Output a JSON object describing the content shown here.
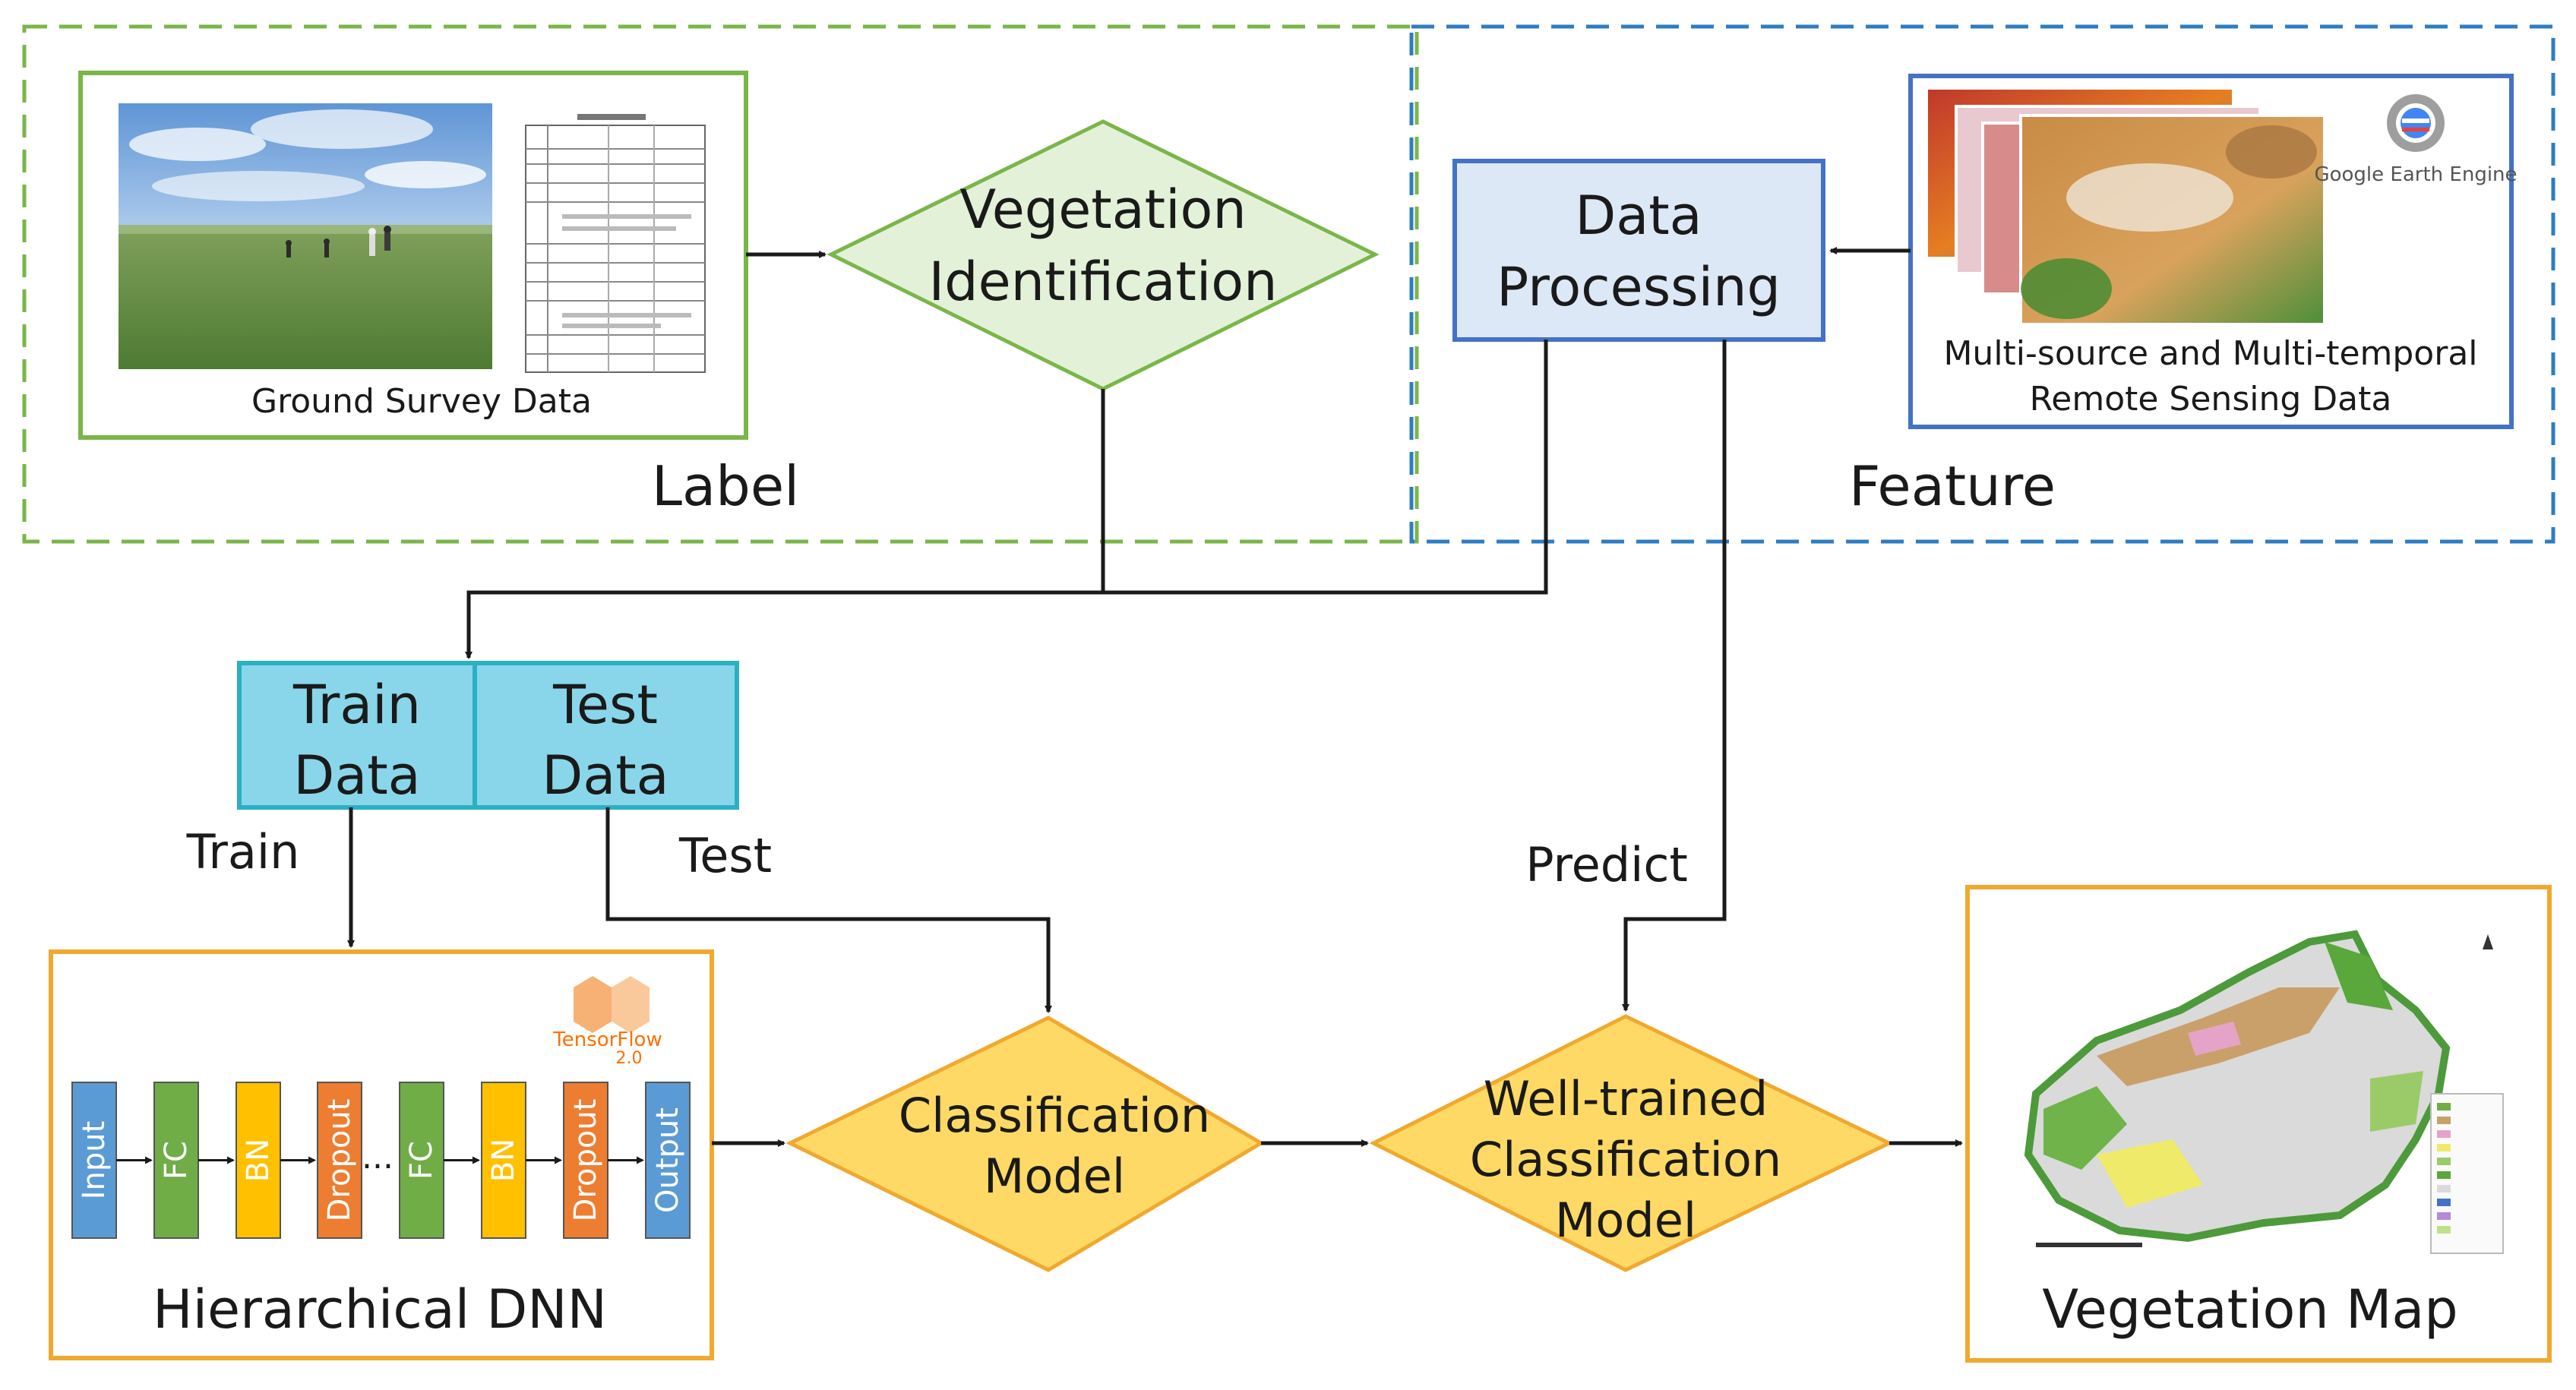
{
  "colors": {
    "label_region": "#7ab648",
    "feature_region": "#2e7dc2",
    "vegetation_diamond_fill": "#e3f1d9",
    "vegetation_diamond_stroke": "#7ab648",
    "processing_fill": "#dde8f7",
    "processing_stroke": "#4472c4",
    "split_fill": "#89d6ea",
    "split_stroke": "#2ab0c5",
    "orange_stroke": "#f0a92e",
    "model_fill": "#ffd966",
    "arrow": "#1a1a1a"
  },
  "regions": {
    "label": "Label",
    "feature": "Feature"
  },
  "ground_survey": {
    "caption": "Ground Survey Data"
  },
  "vegetation_identification": {
    "line1": "Vegetation",
    "line2": "Identification"
  },
  "data_processing": {
    "line1": "Data",
    "line2": "Processing"
  },
  "remote_sensing": {
    "line1": "Multi-source and Multi-temporal",
    "line2": "Remote Sensing Data",
    "gee_label": "Google Earth Engine"
  },
  "split": {
    "train_line1": "Train",
    "train_line2": "Data",
    "test_line1": "Test",
    "test_line2": "Data"
  },
  "edge_labels": {
    "train": "Train",
    "test": "Test",
    "predict": "Predict"
  },
  "dnn": {
    "title": "Hierarchical DNN",
    "tf_line1": "TensorFlow",
    "tf_line2": "2.0",
    "ellipsis": "...",
    "layers": [
      {
        "label": "Input",
        "color": "#5b9bd5"
      },
      {
        "label": "FC",
        "color": "#70ad47"
      },
      {
        "label": "BN",
        "color": "#ffc000"
      },
      {
        "label": "Dropout",
        "color": "#ed7d31"
      },
      {
        "label": "FC",
        "color": "#70ad47"
      },
      {
        "label": "BN",
        "color": "#ffc000"
      },
      {
        "label": "Dropout",
        "color": "#ed7d31"
      },
      {
        "label": "Output",
        "color": "#5b9bd5"
      }
    ]
  },
  "classification_model": {
    "line1": "Classification",
    "line2": "Model"
  },
  "well_trained_model": {
    "line1": "Well-trained",
    "line2": "Classification",
    "line3": "Model"
  },
  "vegetation_map": {
    "title": "Vegetation Map"
  }
}
